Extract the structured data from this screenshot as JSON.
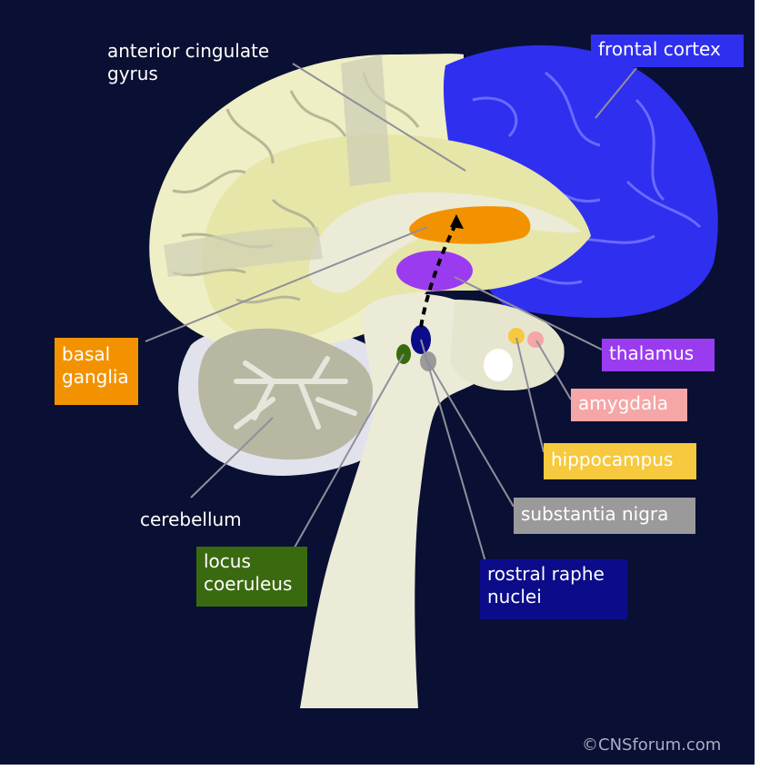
{
  "labels": {
    "anterior_cingulate_line1": "anterior cingulate",
    "anterior_cingulate_line2": "gyrus",
    "frontal_cortex": "frontal cortex",
    "basal_ganglia_line1": "basal",
    "basal_ganglia_line2": "ganglia",
    "thalamus": "thalamus",
    "amygdala": "amygdala",
    "hippocampus": "hippocampus",
    "substantia_nigra": "substantia nigra",
    "cerebellum": "cerebellum",
    "locus_coeruleus_line1": "locus",
    "locus_coeruleus_line2": "coeruleus",
    "rostral_raphe_line1": "rostral raphe",
    "rostral_raphe_line2": "nuclei"
  },
  "copyright": "©CNSforum.com",
  "colors": {
    "background": "#0a1033",
    "frontal_cortex": "#2f2ff0",
    "basal_ganglia": "#f39200",
    "thalamus": "#9b3bf0",
    "amygdala": "#f5a6a6",
    "hippocampus": "#f6c93e",
    "substantia_nigra": "#9a9a9a",
    "locus_coeruleus": "#3a6a10",
    "rostral_raphe": "#0c0c8a",
    "brain_outer": "#efefc6",
    "brain_inner": "#e6e6a8",
    "brainstem": "#ecebd8",
    "cerebellum": "#b8b7a2"
  }
}
